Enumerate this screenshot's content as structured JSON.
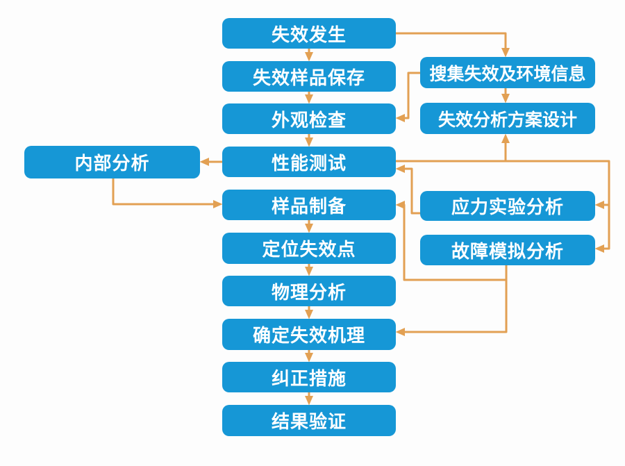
{
  "diagram": {
    "type": "flowchart",
    "subject": "failure-analysis-process",
    "colors": {
      "node_fill": "#1697d6",
      "arrow": "#e2a053",
      "text": "#ffffff",
      "background": "#fdfdfd"
    },
    "nodes": {
      "failure_occurs": {
        "label": "失效发生"
      },
      "sample_preserve": {
        "label": "失效样品保存"
      },
      "visual_inspection": {
        "label": "外观检查"
      },
      "performance_test": {
        "label": "性能测试"
      },
      "sample_preparation": {
        "label": "样品制备"
      },
      "locate_failure_point": {
        "label": "定位失效点"
      },
      "physical_analysis": {
        "label": "物理分析"
      },
      "determine_mechanism": {
        "label": "确定失效机理"
      },
      "corrective_measures": {
        "label": "纠正措施"
      },
      "result_verification": {
        "label": "结果验证"
      },
      "internal_analysis": {
        "label": "内部分析"
      },
      "collect_info": {
        "label": "搜集失效及环境信息"
      },
      "plan_design": {
        "label": "失效分析方案设计"
      },
      "stress_test_analysis": {
        "label": "应力实验分析"
      },
      "fault_simulation": {
        "label": "故障模拟分析"
      }
    },
    "edges": [
      {
        "from": "failure_occurs",
        "to": "sample_preserve"
      },
      {
        "from": "sample_preserve",
        "to": "visual_inspection"
      },
      {
        "from": "visual_inspection",
        "to": "performance_test"
      },
      {
        "from": "failure_occurs",
        "to": "collect_info"
      },
      {
        "from": "collect_info",
        "to": "plan_design"
      },
      {
        "from": "collect_info",
        "to": "visual_inspection"
      },
      {
        "from": "performance_test",
        "to": "internal_analysis"
      },
      {
        "from": "internal_analysis",
        "to": "sample_preparation"
      },
      {
        "from": "performance_test",
        "to": "plan_design"
      },
      {
        "from": "performance_test",
        "to": "stress_test_analysis"
      },
      {
        "from": "performance_test",
        "to": "fault_simulation"
      },
      {
        "from": "stress_test_analysis",
        "to": "performance_test"
      },
      {
        "from": "fault_simulation",
        "to": "sample_preparation"
      },
      {
        "from": "fault_simulation",
        "to": "determine_mechanism"
      },
      {
        "from": "sample_preparation",
        "to": "locate_failure_point"
      },
      {
        "from": "locate_failure_point",
        "to": "physical_analysis"
      },
      {
        "from": "physical_analysis",
        "to": "determine_mechanism"
      },
      {
        "from": "determine_mechanism",
        "to": "corrective_measures"
      },
      {
        "from": "corrective_measures",
        "to": "result_verification"
      }
    ]
  }
}
